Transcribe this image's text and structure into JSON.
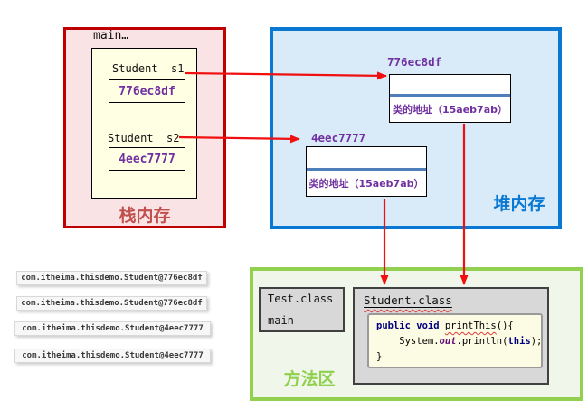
{
  "stack": {
    "frame_title": "main…",
    "region_label": "栈内存",
    "vars": [
      {
        "decl": "Student  s1",
        "value": "776ec8df"
      },
      {
        "decl": "Student  s2",
        "value": "4eec7777"
      }
    ]
  },
  "heap": {
    "region_label": "堆内存",
    "objects": [
      {
        "address": "776ec8df",
        "field": "类的地址（15aeb7ab）"
      },
      {
        "address": "4eec7777",
        "field": "类的地址（15aeb7ab）"
      }
    ]
  },
  "method_area": {
    "region_label": "方法区",
    "test_class": {
      "title": "Test.class",
      "entry": "main"
    },
    "student_class": {
      "title": "Student.class",
      "code": {
        "l1_keyword": "public void ",
        "l1_method": "printThis",
        "l1_rest": "(){",
        "l2_pre": "    System.",
        "l2_field": "out",
        "l2_mid": ".println(",
        "l2_keyword": "this",
        "l2_post": ");",
        "l3": "}"
      }
    }
  },
  "console_output": [
    "com.itheima.thisdemo.Student@776ec8df",
    "com.itheima.thisdemo.Student@776ec8df",
    "com.itheima.thisdemo.Student@4eec7777",
    "com.itheima.thisdemo.Student@4eec7777"
  ],
  "colors": {
    "stack_border": "#C00000",
    "stack_fill": "#FAE3E4",
    "stack_label": "#C0504D",
    "heap_border": "#0878D2",
    "heap_fill": "#D9EAF8",
    "method_border": "#92D050",
    "method_fill": "#F0F6EA",
    "method_label": "#8FD14F",
    "address_text": "#7030A0",
    "frame_fill": "#FFFFE3",
    "divider_blue": "#4E7FBA",
    "arrow_red": "#F01010",
    "code_keyword": "#000080",
    "code_static_field": "#660E7A"
  }
}
